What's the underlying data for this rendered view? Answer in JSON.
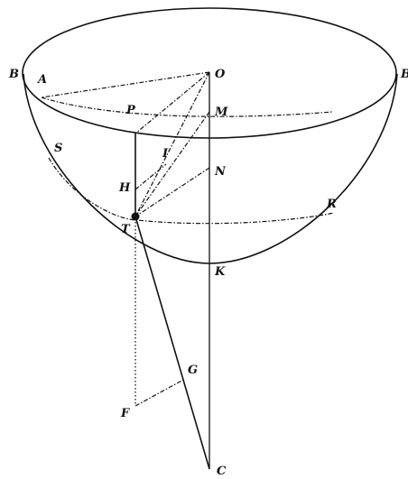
{
  "figure": {
    "labels": {
      "A": "A",
      "B": "B",
      "B2": "B",
      "O": "O",
      "P": "P",
      "M": "M",
      "S": "S",
      "I": "I",
      "H": "H",
      "N": "N",
      "R": "R",
      "T": "T",
      "K": "K",
      "G": "G",
      "F": "F",
      "C": "C"
    },
    "colors": {
      "ink": "#111111",
      "background": "#ffffff"
    }
  }
}
